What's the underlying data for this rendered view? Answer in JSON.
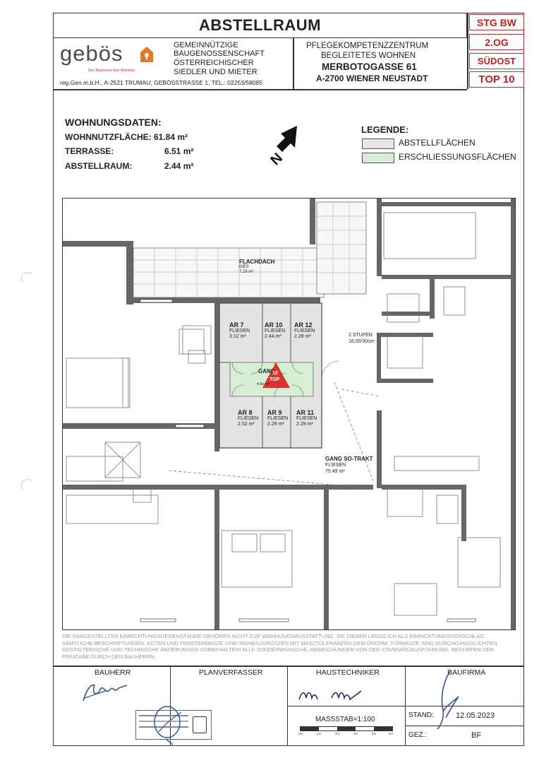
{
  "header": {
    "title": "ABSTELLRAUM",
    "tags": [
      "STG BW",
      "2.OG",
      "SÜDOST",
      "TOP 10"
    ],
    "logo_text": "gebös",
    "logo_slogan": "Der Baukreuz fürs Wohnen",
    "company_lines": [
      "GEMEINNÜTZIGE",
      "BAUGENOSSENSCHAFT",
      "ÖSTERREICHISCHER",
      "SIEDLER UND MIETER"
    ],
    "company_address": "reg.Gen.m.b.H., A-2521 TRUMAU, GEBÖSSTRASSE 1, TEL.: 02253/58085",
    "project_lines": [
      "PFLEGEKOMPETENZZENTRUM",
      "BEGLEITETES WOHNEN"
    ],
    "project_street": "MERBOTOGASSE 61",
    "project_city": "A-2700 WIENER NEUSTADT"
  },
  "apartment": {
    "heading": "WOHNUNGSDATEN:",
    "rows": [
      {
        "label": "WOHNNUTZFLÄCHE:",
        "value": "61.84 m²"
      },
      {
        "label": "TERRASSE:",
        "value": "6.51 m²"
      },
      {
        "label": "ABSTELLRAUM:",
        "value": "2.44 m²"
      }
    ]
  },
  "north_label": "N",
  "legend": {
    "heading": "LEGENDE:",
    "items": [
      {
        "label": "ABSTELLFLÄCHEN",
        "color": "#e6e6e6"
      },
      {
        "label": "ERSCHLIESSUNGSFLÄCHEN",
        "color": "#d6efd4"
      }
    ]
  },
  "plan": {
    "flachdach": {
      "name": "FLACHDACH",
      "material": "KIES",
      "area": "7.16 m²"
    },
    "storage": [
      {
        "name": "AR 7",
        "material": "FLIESEN",
        "area": "3.12 m²"
      },
      {
        "name": "AR 10",
        "material": "FLIESEN",
        "area": "2.44 m²"
      },
      {
        "name": "AR 12",
        "material": "FLIESEN",
        "area": "2.28 m²"
      },
      {
        "name": "AR 8",
        "material": "FLIESEN",
        "area": "2.52 m²"
      },
      {
        "name": "AR 9",
        "material": "FLIESEN",
        "area": "2.29 m²"
      },
      {
        "name": "AR 11",
        "material": "FLIESEN",
        "area": "2.29 m²"
      }
    ],
    "gang_small": {
      "name": "GANG",
      "area": "4.5x m²"
    },
    "marker": [
      "10",
      "TOP"
    ],
    "stufen": [
      "2 STUFEN",
      "16,00/30cm"
    ],
    "gang_so": {
      "name": "GANG SO-TRAKT",
      "material": "FLIESEN",
      "area": "75.49 m²"
    }
  },
  "disclaimer": "DIE DARGESTELLTEN EINRICHTUNGSGEGENSTÄNDE GEHÖREN NICHT ZUR WOHNUNGSAUSSTATTUNG. SIE DIENEN LEDIGLICH ALS EINRICHTUNGSVORSCHLAG. SÄMTLICHE BESCHRIFTUNGEN, KOTEN UND FENSTERMASZE SIND ROHBAUGRÖSZEN MIT MASZTOLERANZEN GEM.ÖNORM. TÜRMASZE SIND DURCHGANGSLICHTEN. GESTALTERISCHE UND TECHNISCHE ÄNDERUNGEN VORBEHALTEN! ALLE SONDERWÜNSCHE, ABWEICHUNGEN VON DER STANDARDAUSFÜHRUNG, BEDÜRFEN DER FREIGABE DURCH DEN BAUHERRN.",
  "footer": {
    "bauherr": "BAUHERR",
    "planverfasser": "PLANVERFASSER",
    "haustechniker": "HAUSTECHNIKER",
    "baufirma": "BAUFIRMA",
    "massstab": "MASSSTAB=1:100",
    "stand_label": "STAND:",
    "stand_value": "12.05.2023",
    "gez_label": "GEZ.:",
    "gez_value": "BF",
    "scale_ticks": [
      "0m",
      "1m",
      "2m",
      "3m",
      "4m",
      "5m"
    ]
  }
}
